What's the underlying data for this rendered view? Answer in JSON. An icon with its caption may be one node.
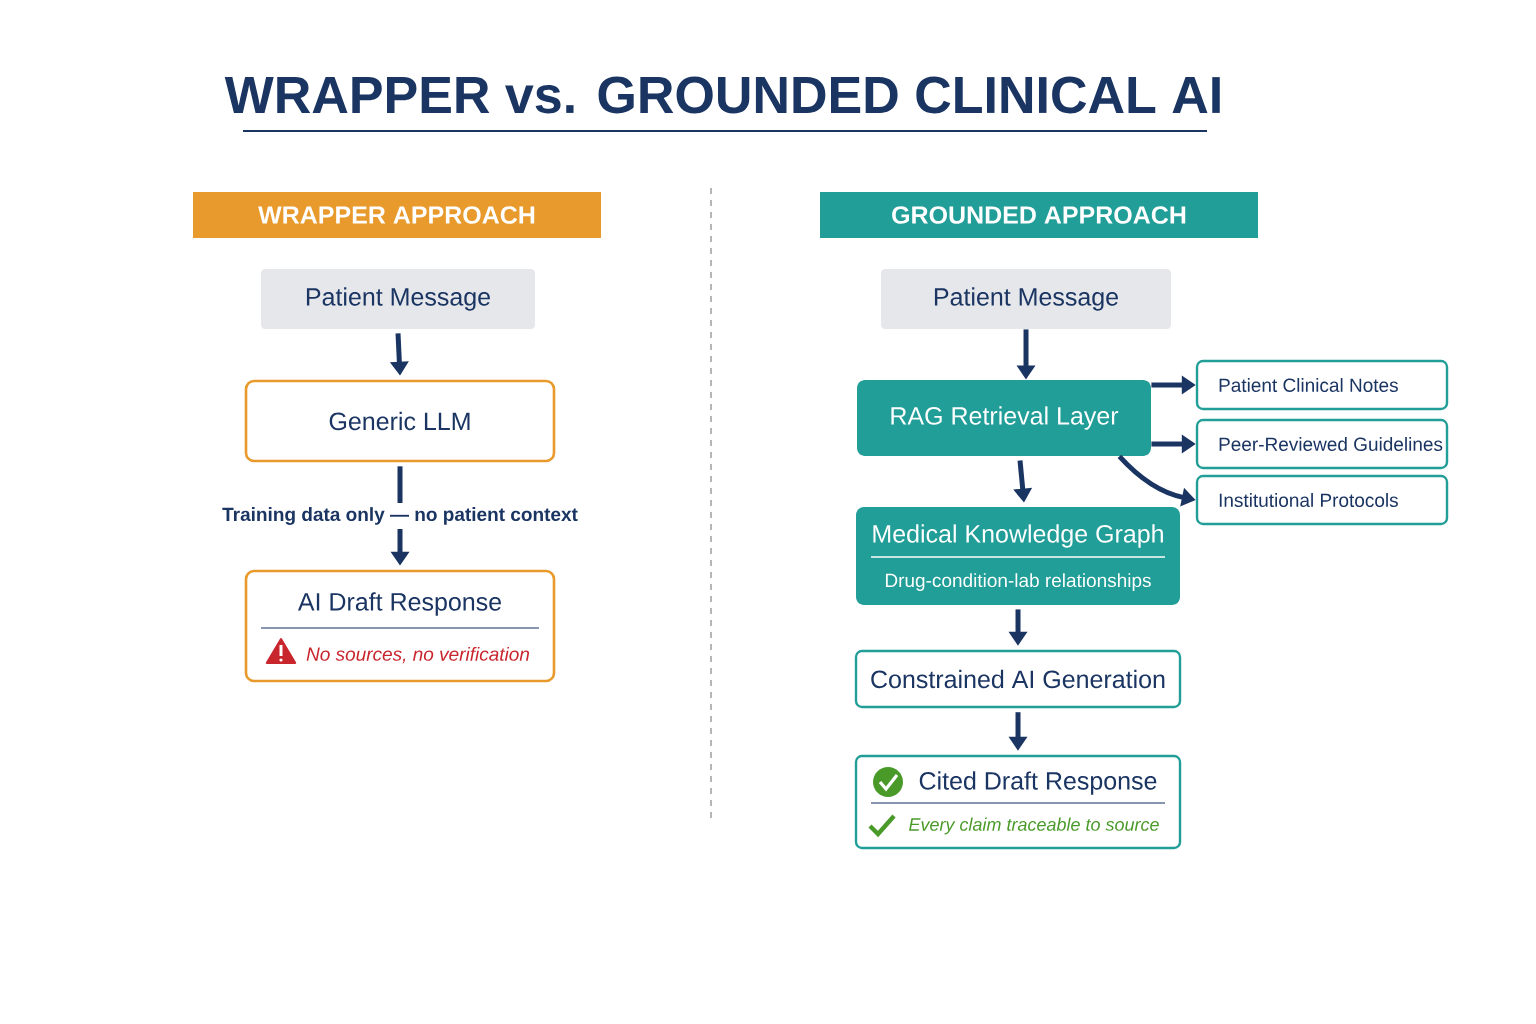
{
  "diagram": {
    "title": "WRAPPER vs. GROUNDED CLINICAL AI",
    "nodes": [
      {
        "text": [
          "WRAPPER APPROACH"
        ]
      },
      {
        "text": [
          "Patient Message"
        ]
      },
      {
        "text": [
          "Generic LLM"
        ]
      },
      {
        "text": [
          "AI Draft Response",
          "No sources, no verification"
        ]
      },
      {
        "text": [
          "GROUNDED APPROACH"
        ]
      },
      {
        "text": [
          "Patient Message"
        ]
      },
      {
        "text": [
          "RAG Retrieval Layer"
        ]
      },
      {
        "text": [
          "Patient Clinical Notes"
        ]
      },
      {
        "text": [
          "Peer-Reviewed Guidelines"
        ]
      },
      {
        "text": [
          "Institutional Protocols"
        ]
      },
      {
        "text": [
          "Medical Knowledge Graph",
          "Drug-condition-lab relationships"
        ]
      },
      {
        "text": [
          "Constrained AI Generation"
        ]
      },
      {
        "text": [
          "Cited Draft Response",
          "Every claim traceable to source"
        ]
      }
    ],
    "edges": [
      {
        "from": 1,
        "to": 2,
        "arrow": "to"
      },
      {
        "from": 2,
        "to": 3,
        "arrow": "to",
        "label": "Training data only — no patient context"
      },
      {
        "from": 5,
        "to": 6,
        "arrow": "to"
      },
      {
        "from": 6,
        "to": 7,
        "arrow": "to"
      },
      {
        "from": 6,
        "to": 8,
        "arrow": "to"
      },
      {
        "from": 6,
        "to": 9,
        "arrow": "to"
      },
      {
        "from": 6,
        "to": 10,
        "arrow": "to"
      },
      {
        "from": 10,
        "to": 11,
        "arrow": "to"
      },
      {
        "from": 11,
        "to": 12,
        "arrow": "to"
      }
    ]
  }
}
